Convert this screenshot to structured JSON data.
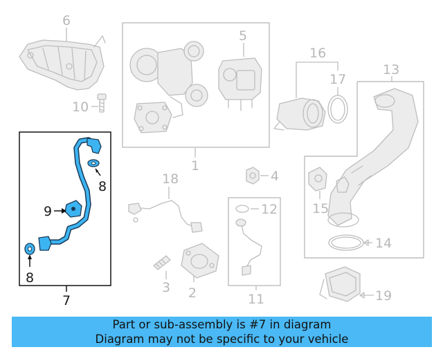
{
  "callouts": {
    "p1": "1",
    "p2": "2",
    "p3": "3",
    "p4": "4",
    "p5": "5",
    "p6": "6",
    "p7": "7",
    "p8a": "8",
    "p8b": "8",
    "p9": "9",
    "p10": "10",
    "p11": "11",
    "p12": "12",
    "p13": "13",
    "p14": "14",
    "p15": "15",
    "p16": "16",
    "p17": "17",
    "p18": "18",
    "p19": "19"
  },
  "highlight_color": "#3db4f2",
  "banner": {
    "line1": "Part or sub-assembly is #7 in diagram",
    "line2": "Diagram may not be specific to your vehicle"
  }
}
